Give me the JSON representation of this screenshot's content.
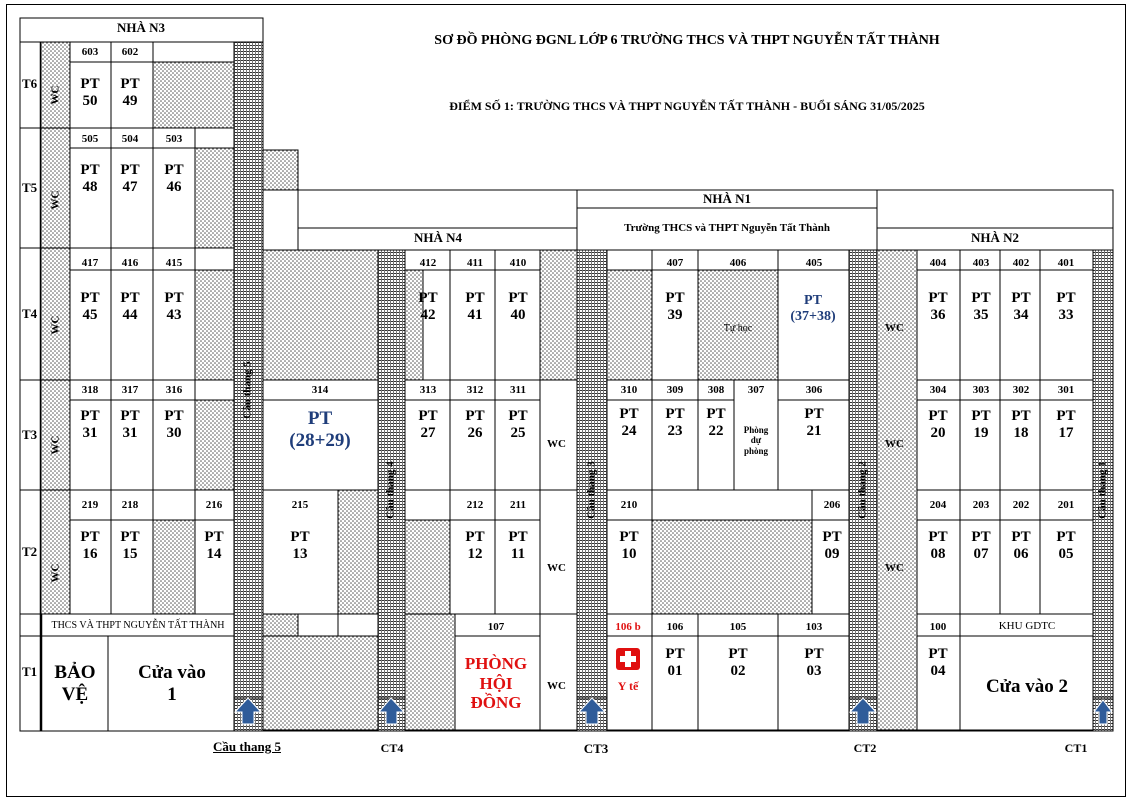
{
  "header": {
    "title": "SƠ ĐỒ PHÒNG ĐGNL LỚP 6 TRƯỜNG THCS VÀ THPT NGUYỄN TẤT THÀNH",
    "subtitle": "ĐIỂM SỐ 1: TRƯỜNG THCS VÀ THPT NGUYỄN TẤT THÀNH - BUỔI SÁNG 31/05/2025"
  },
  "buildings": {
    "n3": "NHÀ N3",
    "n4": "NHÀ N4",
    "n1": "NHÀ N1",
    "n2": "NHÀ N2",
    "n1_school": "Trường THCS và THPT Nguyễn Tất Thành"
  },
  "floors": {
    "t6": "T6",
    "t5": "T5",
    "t4": "T4",
    "t3": "T3",
    "t2": "T2",
    "t1": "T1"
  },
  "labels": {
    "wc": "WC",
    "pt": "PT",
    "tu_hoc": "Tự học",
    "phong_du_phong": "Phòng\ndự\nphòng",
    "thcs_footer": "THCS VÀ THPT NGUYỄN TẤT THÀNH",
    "bao_ve": "BẢO\nVỆ",
    "cua_vao_1": "Cửa vào\n1",
    "cua_vao_2": "Cửa vào 2",
    "phong_hoi_dong": "PHÒNG\nHỘI\nĐỒNG",
    "y_te": "Y tế",
    "khu_gdtc": "KHU GDTC",
    "cau_thang_5": "Cầu thang 5",
    "ct4": "CT4",
    "ct3": "CT3",
    "ct2": "CT2",
    "ct1": "CT1",
    "stair_5v": "Cầu thang 5",
    "stair_4v": "Cầu thang 4",
    "stair_3v": "Cầu thang 3",
    "stair_2v": "Cầu thang 2",
    "stair_1v": "Cầu thang 1"
  },
  "rooms": {
    "r603": "603",
    "r602": "602",
    "pt50": "50",
    "pt49": "49",
    "r505": "505",
    "r504": "504",
    "r503": "503",
    "pt48": "48",
    "pt47": "47",
    "pt46": "46",
    "r417": "417",
    "r416": "416",
    "r415": "415",
    "pt45": "45",
    "pt44": "44",
    "pt43": "43",
    "r412": "412",
    "r411": "411",
    "r410": "410",
    "pt42": "42",
    "pt41": "41",
    "pt40": "40",
    "r407": "407",
    "r406": "406",
    "r405": "405",
    "pt39": "39",
    "pt3738": "PT\n(37+38)",
    "r404": "404",
    "r403": "403",
    "r402": "402",
    "r401": "401",
    "pt36": "36",
    "pt35": "35",
    "pt34": "34",
    "pt33": "33",
    "r318": "318",
    "r317": "317",
    "r316": "316",
    "pt31a": "31",
    "pt31b": "31",
    "pt30": "30",
    "r314": "314",
    "pt2829": "PT\n(28+29)",
    "r313": "313",
    "r312": "312",
    "r311": "311",
    "pt27": "27",
    "pt26": "26",
    "pt25": "25",
    "r310": "310",
    "r309": "309",
    "r308": "308",
    "r307": "307",
    "r306": "306",
    "pt24": "24",
    "pt23": "23",
    "pt22": "22",
    "pt21": "21",
    "r304": "304",
    "r303": "303",
    "r302": "302",
    "r301": "301",
    "pt20": "20",
    "pt19": "19",
    "pt18": "18",
    "pt17": "17",
    "r219": "219",
    "r218": "218",
    "r216": "216",
    "pt16": "16",
    "pt15": "15",
    "pt14": "14",
    "r215": "215",
    "pt13": "13",
    "r212": "212",
    "r211": "211",
    "pt12": "12",
    "pt11": "11",
    "r210": "210",
    "r206": "206",
    "pt10": "10",
    "pt09": "09",
    "r204": "204",
    "r203": "203",
    "r202": "202",
    "r201": "201",
    "pt08": "08",
    "pt07": "07",
    "pt06": "06",
    "pt05": "05",
    "r107": "107",
    "r106b": "106 b",
    "r106": "106",
    "r105": "105",
    "r103": "103",
    "pt01": "01",
    "pt02": "02",
    "pt03": "03",
    "r100": "100",
    "pt04": "04"
  },
  "colors": {
    "red": "#e01010",
    "blue": "#1f3d7a",
    "arrow": "#2f5c9a"
  }
}
